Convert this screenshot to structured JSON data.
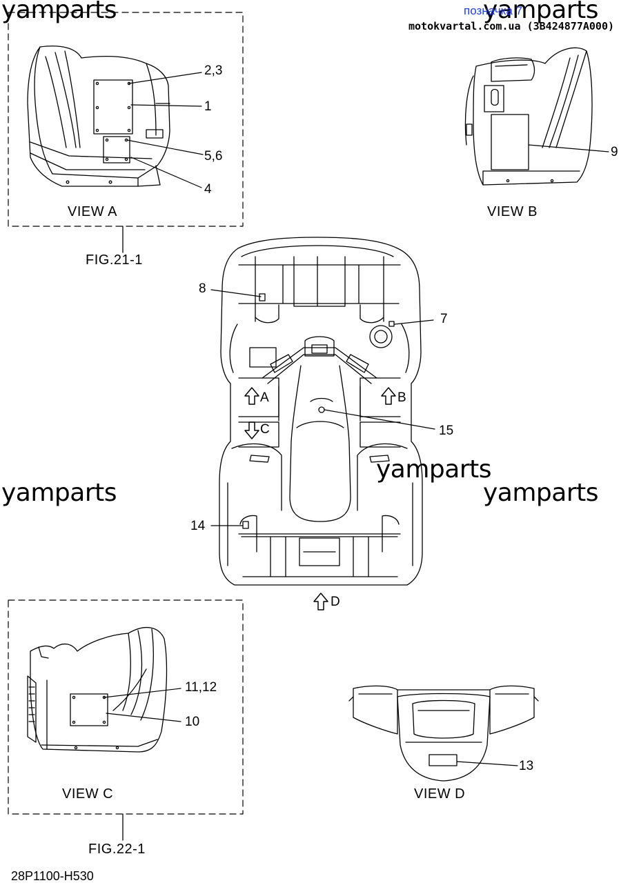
{
  "watermarks": [
    "yamparts",
    "yamparts",
    "yamparts",
    "yamparts",
    "yamparts"
  ],
  "header": {
    "link_text": "позначка 7",
    "source_text": "motokvartal.com.ua (3B424877A000)"
  },
  "views": {
    "a": "VIEW A",
    "b": "VIEW B",
    "c": "VIEW C",
    "d": "VIEW D"
  },
  "figures": {
    "fig21": "FIG.21-1",
    "fig22": "FIG.22-1"
  },
  "arrows": {
    "a": "A",
    "b": "B",
    "c": "C",
    "d": "D"
  },
  "callouts": {
    "c23": "2,3",
    "c1": "1",
    "c56": "5,6",
    "c4": "4",
    "c9": "9",
    "c8": "8",
    "c7": "7",
    "c15": "15",
    "c14": "14",
    "c1112": "11,12",
    "c10": "10",
    "c13": "13"
  },
  "diagram_code": "28P1100-H530"
}
